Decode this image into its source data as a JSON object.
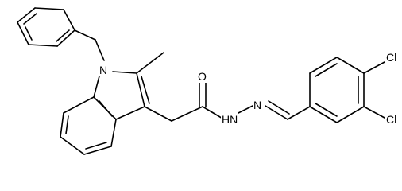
{
  "structure": {
    "atom_labels": {
      "n_indole": "N",
      "o_carbonyl": "O",
      "nh_hydrazide": "HN",
      "n_imine": "N",
      "cl_top": "Cl",
      "cl_bottom": "Cl"
    },
    "colors": {
      "bond": "#000000",
      "label": "#000000",
      "background": "#ffffff"
    }
  }
}
